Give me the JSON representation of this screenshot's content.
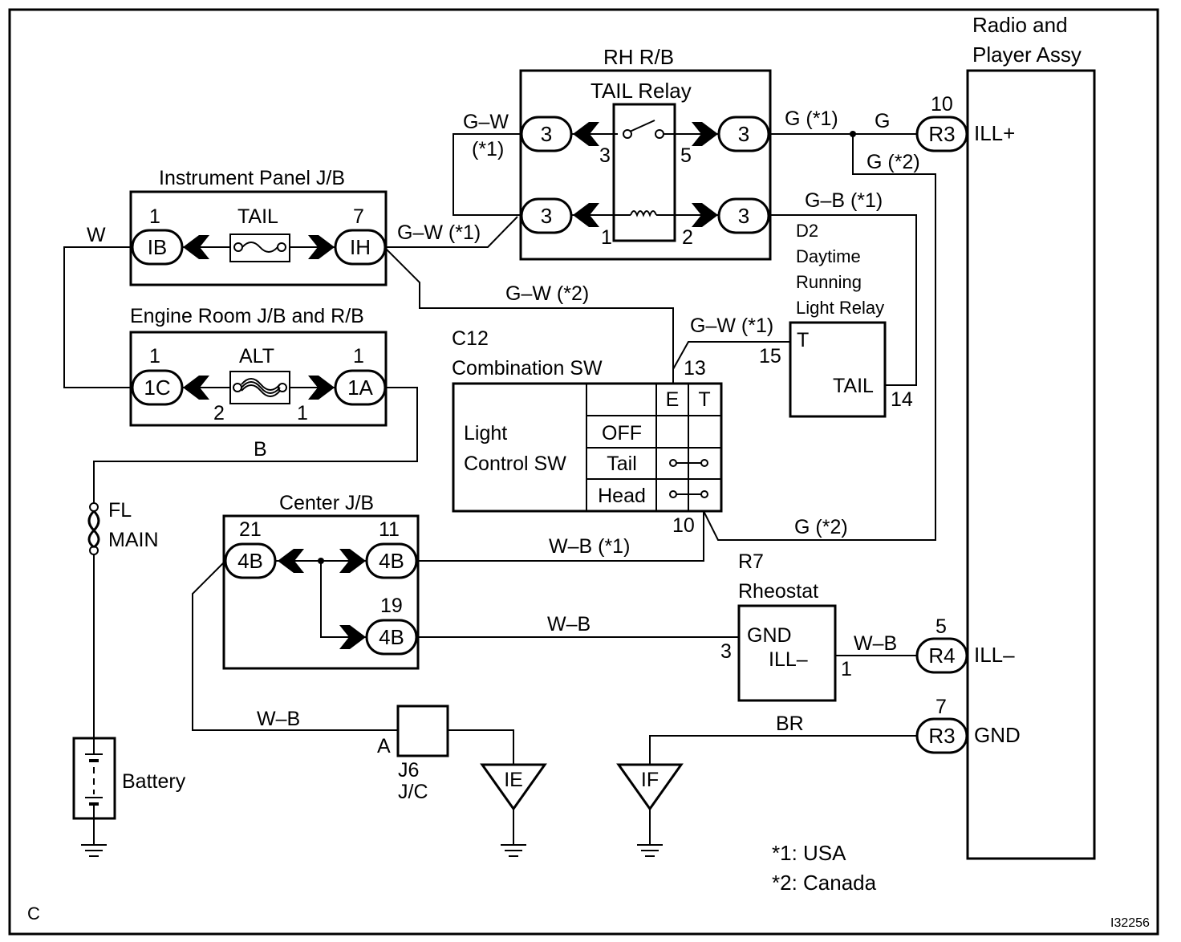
{
  "radio": {
    "title_line1": "Radio and",
    "title_line2": "Player Assy",
    "pin_ill_plus": "ILL+",
    "pin_ill_minus": "ILL–",
    "pin_gnd": "GND"
  },
  "rh_rb": {
    "title": "RH R/B",
    "relay_title": "TAIL Relay",
    "conn": "3",
    "pin_3": "3",
    "pin_5": "5",
    "pin_1": "1",
    "pin_2": "2"
  },
  "ip_jb": {
    "title": "Instrument Panel J/B",
    "fuse": "TAIL",
    "conn_left": "IB",
    "conn_right": "IH",
    "pin_left": "1",
    "pin_right": "7"
  },
  "er_jb": {
    "title": "Engine Room J/B and R/B",
    "fuse": "ALT",
    "conn_left": "1C",
    "conn_right": "1A",
    "pin_left": "1",
    "pin_right": "1",
    "pin_below_left": "2",
    "pin_below_right": "1"
  },
  "wires": {
    "gw_top": "G–W",
    "gw_top_note": "(*1)",
    "gw_ip": "G–W (*1)",
    "gw_c2": "G–W (*2)",
    "gw_relay": "G–W (*1)",
    "w": "W",
    "b": "B",
    "g1": "G (*1)",
    "g": "G",
    "g2_top": "G (*2)",
    "gb": "G–B (*1)",
    "g2_bottom": "G (*2)",
    "wb1": "W–B (*1)",
    "wb": "W–B",
    "wb_rheo": "W–B",
    "wb_ground": "W–B",
    "br": "BR"
  },
  "drl": {
    "line1": "D2",
    "line2": "Daytime",
    "line3": "Running",
    "line4": "Light Relay",
    "pin_t": "T",
    "pin_15": "15",
    "pin_tail": "TAIL",
    "pin_14": "14"
  },
  "combo": {
    "code": "C12",
    "title": "Combination SW",
    "pin_top": "13",
    "pin_bottom": "10",
    "label_line1": "Light",
    "label_line2": "Control SW",
    "col_e": "E",
    "col_t": "T",
    "rows": [
      "OFF",
      "Tail",
      "Head"
    ]
  },
  "fl": {
    "line1": "FL",
    "line2": "MAIN"
  },
  "battery": {
    "label": "Battery"
  },
  "center_jb": {
    "title": "Center J/B",
    "conn": "4B",
    "pin_21": "21",
    "pin_11": "11",
    "pin_19": "19"
  },
  "rheostat": {
    "code": "R7",
    "title": "Rheostat",
    "gnd": "GND",
    "ill": "ILL–",
    "pin_3": "3",
    "pin_1": "1"
  },
  "radio_conns": {
    "r3_top": "R3",
    "r4": "R4",
    "r3_bottom": "R3",
    "pin_10": "10",
    "pin_5": "5",
    "pin_7": "7"
  },
  "j6": {
    "pin": "A",
    "line1": "J6",
    "line2": "J/C"
  },
  "grounds": {
    "ie": "IE",
    "if": "IF"
  },
  "notes": {
    "n1": "*1: USA",
    "n2": "*2: Canada"
  },
  "corner": "C",
  "figure_id": "I32256"
}
